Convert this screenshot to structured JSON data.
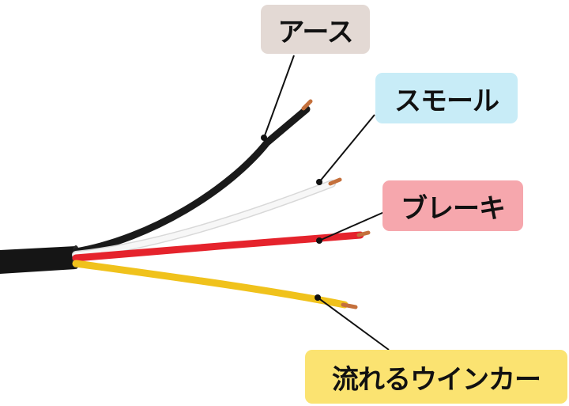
{
  "labels": {
    "earth": "アース",
    "small": "スモール",
    "brake": "ブレーキ",
    "turn": "流れるウインカー"
  },
  "colors": {
    "earth_bg": "#e3d9d4",
    "small_bg": "#c8ecf7",
    "brake_bg": "#f6a7ad",
    "turn_bg": "#fbe371",
    "sheath": "#151515",
    "wire_black": "#1a1a1a",
    "wire_white": "#f2f2f2",
    "wire_red": "#e5232c",
    "wire_yellow": "#f0c21c",
    "copper": "#c4703c",
    "leader": "#111111"
  }
}
